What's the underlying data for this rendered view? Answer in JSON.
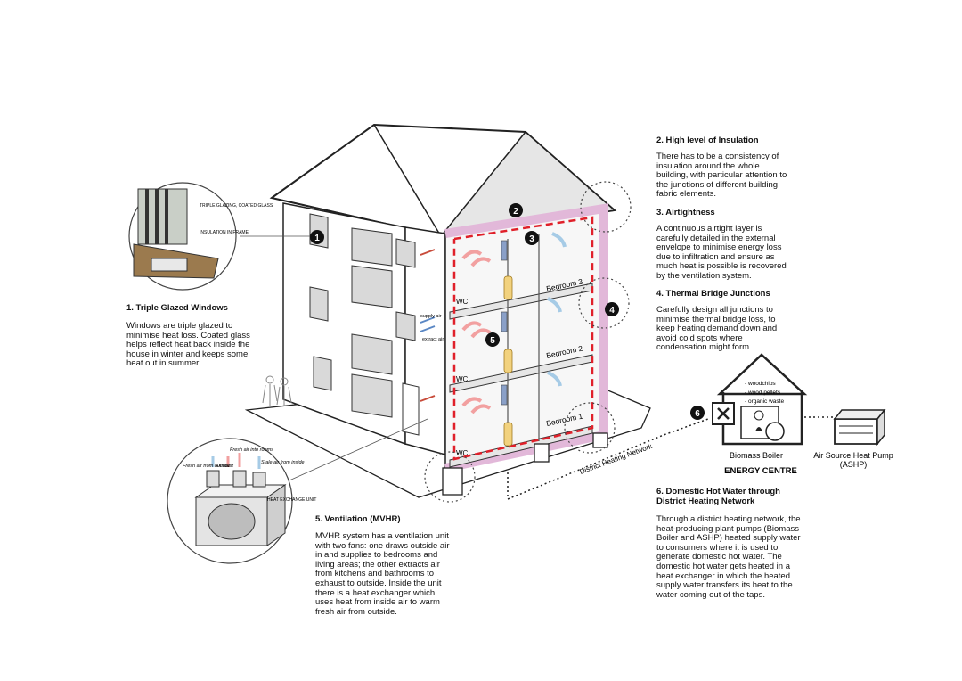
{
  "sections": [
    {
      "id": "1",
      "title": "1. Triple Glazed Windows",
      "body": "Windows are triple glazed to minimise heat loss. Coated glass helps reflect heat back inside the house in winter and keeps some heat out in summer."
    },
    {
      "id": "2",
      "title": "2. High level of Insulation",
      "body": "There has to be a consistency of insulation around the whole building, with particular attention to the junctions of different building fabric elements."
    },
    {
      "id": "3",
      "title": "3. Airtightness",
      "body": "A continuous airtight layer is carefully detailed in the external envelope to minimise energy loss due to infiltration and ensure as much heat is possible is recovered by the ventilation system."
    },
    {
      "id": "4",
      "title": "4. Thermal Bridge Junctions",
      "body": "Carefully design all junctions to minimise thermal bridge loss, to keep heating demand down and avoid cold spots where condensation might form."
    },
    {
      "id": "5",
      "title": "5. Ventilation (MVHR)",
      "body": "MVHR system has a ventilation unit with two fans: one draws outside air in and supplies to bedrooms and living areas; the other extracts air from kitchens and bathrooms to exhaust to outside. Inside the unit there is a heat exchanger which uses heat from inside air to warm fresh air from outside."
    },
    {
      "id": "6",
      "title": "6. Domestic Hot Water through District Heating Network",
      "body": "Through a district heating network, the heat-producing plant pumps (Biomass Boiler and ASHP) heated supply water to consumers where it is used to generate domestic hot water. The domestic hot water gets heated in a heat exchanger in which the heated supply water transfers its heat to the water coming out of the taps."
    }
  ],
  "markers": [
    "1",
    "2",
    "3",
    "4",
    "5",
    "6"
  ],
  "window_detail": {
    "glazing": "TRIPLE GLAZING, COATED GLASS",
    "insulation": "INSULATION IN FRAME"
  },
  "mvhr_detail": {
    "fresh_outside": "Fresh air from outside",
    "exhaust": "Exhaust",
    "fresh_rooms": "Fresh air into rooms",
    "stale": "Stale air from inside",
    "unit": "HEAT EXCHANGE UNIT"
  },
  "building_labels": {
    "supply": "supply air",
    "extract": "extract air",
    "wc": "WC",
    "bedroom3": "Bedroom 3",
    "bedroom2": "Bedroom 2",
    "bedroom1": "Bedroom 1",
    "network": "District Heating Network"
  },
  "energy_centre": {
    "fuels": [
      "- woodchips",
      "- wood pellets",
      "- organic waste"
    ],
    "boiler": "Biomass Boiler",
    "title": "ENERGY CENTRE",
    "ashp": "Air Source Heat Pump",
    "ashp_abbr": "(ASHP)"
  },
  "colors": {
    "insulation": "#e2b8d9",
    "airtight": "#e0202a",
    "warm_arrow": "#f2a0a0",
    "cool_arrow": "#a6cbe6",
    "cylinder": "#f2d27e",
    "pipe": "#d0d0d0"
  }
}
